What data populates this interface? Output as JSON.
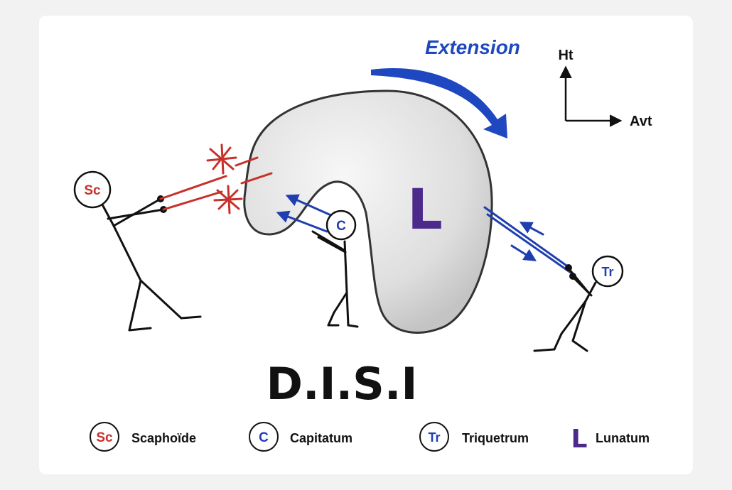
{
  "colors": {
    "scaphoid": "#c8302a",
    "capitatum": "#1f3fb0",
    "triquetrum": "#1f3fb0",
    "lunatum": "#4b2a8c",
    "extension": "#1f48c0",
    "ink": "#111111",
    "bone_fill": "#dcdcdc",
    "panel": "#ffffff"
  },
  "diagram": {
    "title": "D.I.S.I",
    "extension_label": "Extension",
    "bone_letter": "L",
    "axes": {
      "up_label": "Ht",
      "right_label": "Avt"
    },
    "figures": {
      "scaphoid": "Sc",
      "capitatum": "C",
      "triquetrum": "Tr"
    }
  },
  "legend": [
    {
      "symbol": "Sc",
      "label": "Scaphoïde",
      "icon": "circle-badge-icon"
    },
    {
      "symbol": "C",
      "label": "Capitatum",
      "icon": "circle-badge-icon"
    },
    {
      "symbol": "Tr",
      "label": "Triquetrum",
      "icon": "circle-badge-icon"
    },
    {
      "symbol": "L",
      "label": "Lunatum",
      "icon": "letter-icon"
    }
  ]
}
